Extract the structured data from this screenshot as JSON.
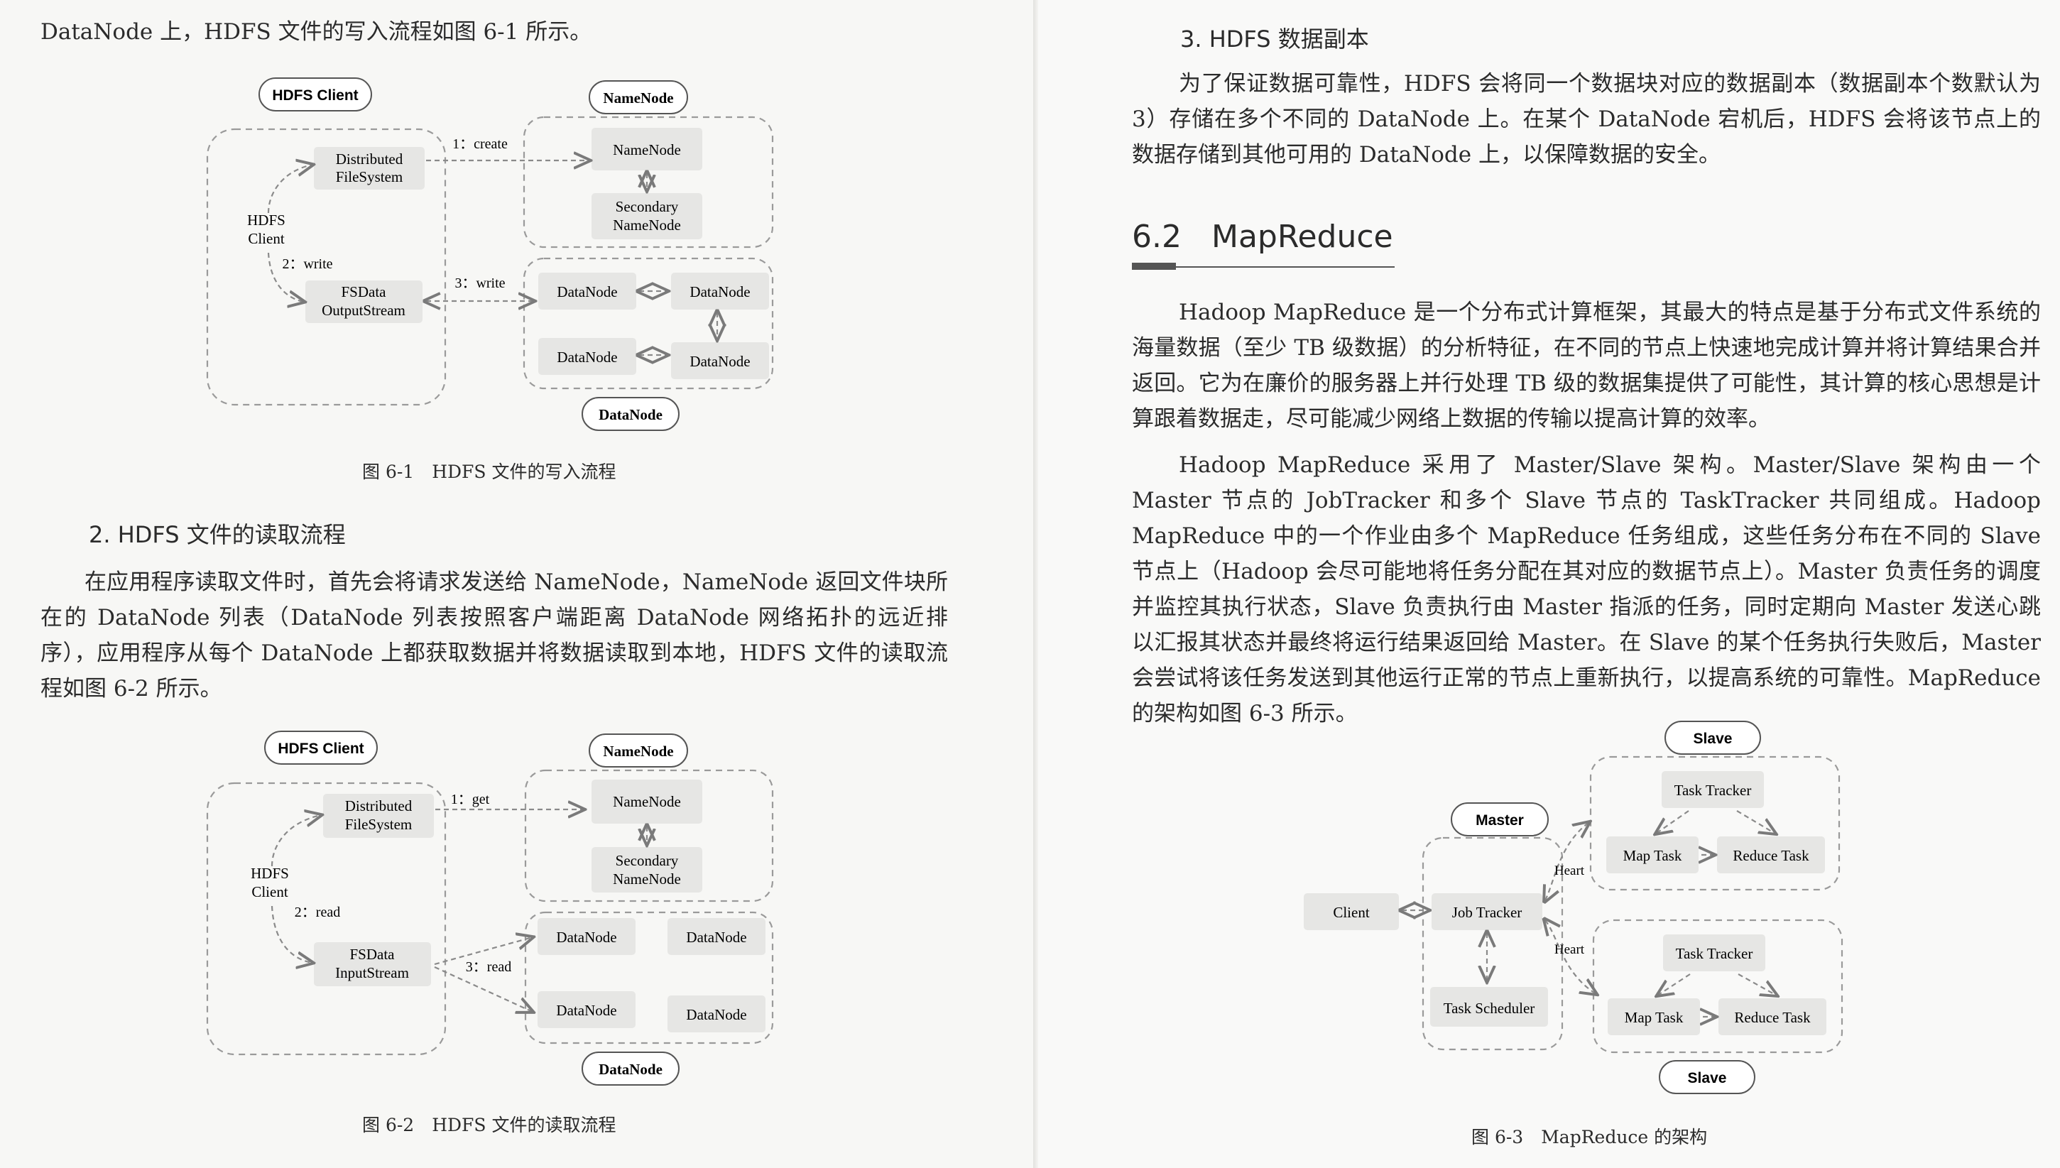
{
  "left_page": {
    "intro_line": "DataNode 上，HDFS 文件的写入流程如图 6-1 所示。",
    "figure_6_1": {
      "client_pill": "HDFS Client",
      "namenode_pill": "NameNode",
      "datanode_pill": "DataNode",
      "dfs_line1": "Distributed",
      "dfs_line2": "FileSystem",
      "client_line1": "HDFS",
      "client_line2": "Client",
      "stream_line1": "FSData",
      "stream_line2": "OutputStream",
      "namenode_box": "NameNode",
      "secondary_line1": "Secondary",
      "secondary_line2": "NameNode",
      "datanodes": [
        "DataNode",
        "DataNode",
        "DataNode",
        "DataNode"
      ],
      "step1": "1：create",
      "step2": "2：write",
      "step3": "3：write",
      "caption": "图 6-1　HDFS 文件的写入流程"
    },
    "section_2_heading": "2.  HDFS 文件的读取流程",
    "section_2_paragraph": "在应用程序读取文件时，首先会将请求发送给 NameNode，NameNode 返回文件块所在的 DataNode 列表（DataNode 列表按照客户端距离 DataNode 网络拓扑的远近排序），应用程序从每个 DataNode 上都获取数据并将数据读取到本地，HDFS 文件的读取流程如图 6-2 所示。",
    "figure_6_2": {
      "client_pill": "HDFS Client",
      "namenode_pill": "NameNode",
      "datanode_pill": "DataNode",
      "dfs_line1": "Distributed",
      "dfs_line2": "FileSystem",
      "client_line1": "HDFS",
      "client_line2": "Client",
      "stream_line1": "FSData",
      "stream_line2": "InputStream",
      "namenode_box": "NameNode",
      "secondary_line1": "Secondary",
      "secondary_line2": "NameNode",
      "datanodes": [
        "DataNode",
        "DataNode",
        "DataNode",
        "DataNode"
      ],
      "step1": "1：get",
      "step2": "2：read",
      "step3": "3：read",
      "caption": "图 6-2　HDFS 文件的读取流程"
    }
  },
  "right_page": {
    "section_3_heading": "3.  HDFS 数据副本",
    "section_3_paragraph": "为了保证数据可靠性，HDFS 会将同一个数据块对应的数据副本（数据副本个数默认为 3）存储在多个不同的 DataNode 上。在某个 DataNode 宕机后，HDFS 会将该节点上的数据存储到其他可用的 DataNode 上，以保障数据的安全。",
    "chapter_number": "6.2",
    "chapter_title": "MapReduce",
    "paragraph_1": "Hadoop MapReduce 是一个分布式计算框架，其最大的特点是基于分布式文件系统的海量数据（至少 TB 级数据）的分析特征，在不同的节点上快速地完成计算并将计算结果合并返回。它为在廉价的服务器上并行处理 TB 级的数据集提供了可能性，其计算的核心思想是计算跟着数据走，尽可能减少网络上数据的传输以提高计算的效率。",
    "paragraph_2": "Hadoop MapReduce 采用了 Master/Slave 架构。Master/Slave 架构由一个 Master 节点的 JobTracker 和多个 Slave 节点的 TaskTracker 共同组成。Hadoop MapReduce 中的一个作业由多个 MapReduce 任务组成，这些任务分布在不同的 Slave 节点上（Hadoop 会尽可能地将任务分配在其对应的数据节点上）。Master 负责任务的调度并监控其执行状态，Slave 负责执行由 Master 指派的任务，同时定期向 Master 发送心跳以汇报其状态并最终将运行结果返回给 Master。在 Slave 的某个任务执行失败后，Master 会尝试将该任务发送到其他运行正常的节点上重新执行，以提高系统的可靠性。MapReduce 的架构如图 6-3 所示。",
    "figure_6_3": {
      "slave_pill_top": "Slave",
      "slave_pill_bottom": "Slave",
      "master_pill": "Master",
      "client": "Client",
      "job_tracker": "Job Tracker",
      "task_scheduler": "Task Scheduler",
      "task_tracker_top": "Task Tracker",
      "task_tracker_bottom": "Task Tracker",
      "map_task_top": "Map Task",
      "reduce_task_top": "Reduce Task",
      "map_task_bottom": "Map Task",
      "reduce_task_bottom": "Reduce Task",
      "heart_top": "Heart",
      "heart_bottom": "Heart",
      "caption": "图 6-3　MapReduce 的架构"
    }
  }
}
